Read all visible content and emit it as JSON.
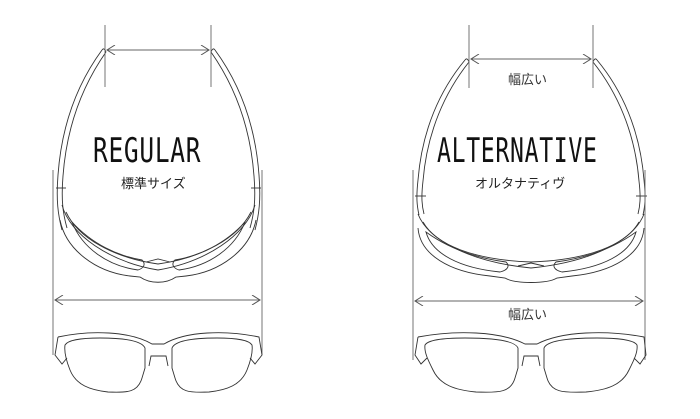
{
  "diagram": {
    "type": "sunglasses-size-comparison",
    "colors": {
      "background": "#ffffff",
      "line": "#333333",
      "dimension_line": "#666666",
      "text": "#111111"
    },
    "panels": [
      {
        "id": "regular",
        "title": "REGULAR",
        "subtitle": "標準サイズ",
        "top_dimension_label": "",
        "bottom_dimension_label": ""
      },
      {
        "id": "alternative",
        "title": "ALTERNATIVE",
        "subtitle": "オルタナティヴ",
        "top_dimension_label": "幅広い",
        "bottom_dimension_label": "幅広い"
      }
    ]
  }
}
